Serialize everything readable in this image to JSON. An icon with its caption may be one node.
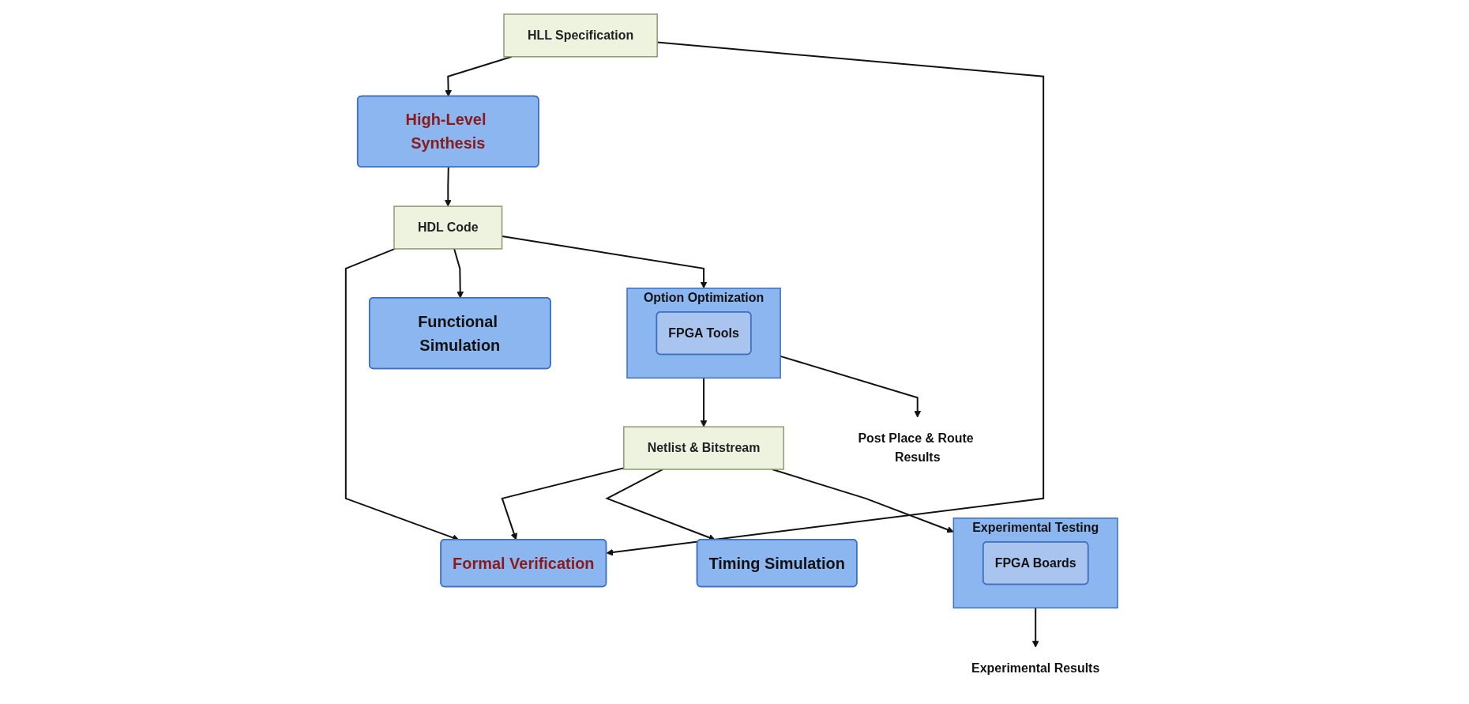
{
  "diagram": {
    "nodes": [
      {
        "text": [
          "HLL Specification"
        ]
      },
      {
        "text": [
          "High-Level Synthesis"
        ]
      },
      {
        "text": [
          "HDL Code"
        ]
      },
      {
        "text": [
          "Option Optimization"
        ]
      },
      {
        "text": [
          "FPGA Tools"
        ],
        "in": 3
      },
      {
        "text": [
          "Netlist & Bitstream"
        ]
      },
      {
        "text": [
          "Experimental Testing"
        ]
      },
      {
        "text": [
          "FPGA Boards"
        ],
        "in": 6
      },
      {
        "text": [
          "Formal Verification"
        ]
      },
      {
        "text": [
          "Functional Simulation"
        ]
      },
      {
        "text": [
          "Timing Simulation"
        ]
      },
      {
        "text": [
          "Post Place & Route Results"
        ]
      },
      {
        "text": [
          "Experimental Results"
        ]
      }
    ],
    "edges": [
      {
        "from": 0,
        "to": 1,
        "arrow": "to"
      },
      {
        "from": 0,
        "to": 8,
        "arrow": "to"
      },
      {
        "from": 1,
        "to": 2,
        "arrow": "to"
      },
      {
        "from": 2,
        "to": 3,
        "arrow": "to"
      },
      {
        "from": 2,
        "to": 8,
        "arrow": "to"
      },
      {
        "from": 2,
        "to": 9,
        "arrow": "to"
      },
      {
        "from": 3,
        "to": 5,
        "arrow": "to"
      },
      {
        "from": 3,
        "to": 11,
        "arrow": "to"
      },
      {
        "from": 5,
        "to": 6,
        "arrow": "to"
      },
      {
        "from": 5,
        "to": 8,
        "arrow": "to"
      },
      {
        "from": 5,
        "to": 10,
        "arrow": "to"
      },
      {
        "from": 6,
        "to": 12,
        "arrow": "to"
      }
    ]
  }
}
